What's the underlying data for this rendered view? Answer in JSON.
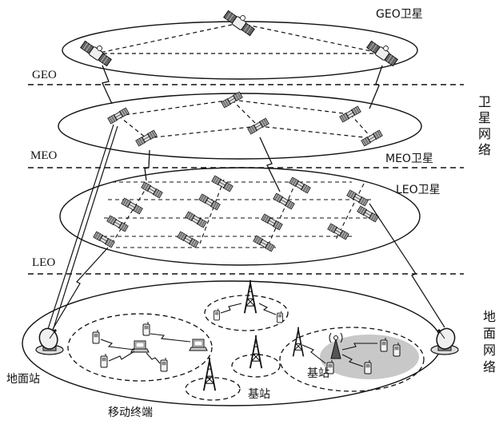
{
  "layers": {
    "geo_layer_label": "GEO",
    "meo_layer_label": "MEO",
    "leo_layer_label": "LEO"
  },
  "satellite_labels": {
    "geo": "GEO卫星",
    "meo": "MEO卫星",
    "leo": "LEO卫星"
  },
  "side_labels": {
    "satellite_network": [
      "卫",
      "星",
      "网",
      "络"
    ],
    "ground_network": [
      "地",
      "面",
      "网",
      "络"
    ]
  },
  "ground_labels": {
    "ground_station": "地面站",
    "base_station_left": "基站",
    "base_station_right": "基站",
    "mobile_terminal": "移动终端"
  },
  "icons": [
    "satellite-icon",
    "ground-station-dish-icon",
    "base-station-tower-icon",
    "mobile-phone-icon",
    "laptop-icon",
    "radio-transmitter-icon"
  ]
}
